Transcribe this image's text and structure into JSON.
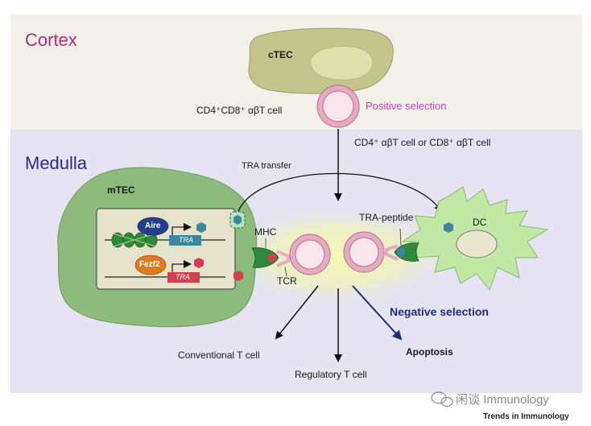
{
  "regions": {
    "cortex": "Cortex",
    "medulla": "Medulla"
  },
  "cells": {
    "ctec": "cTEC",
    "mtec": "mTEC",
    "dc": "DC",
    "double_positive": "CD4⁺CD8⁺ αβT cell",
    "single_positive": "CD4⁺ αβT cell or CD8⁺ αβT cell"
  },
  "processes": {
    "positive_selection": "Positive selection",
    "negative_selection": "Negative selection",
    "tra_transfer": "TRA transfer"
  },
  "molecules": {
    "mhc": "MHC",
    "tcr": "TCR",
    "tra_peptide": "TRA-peptide",
    "aire": "Aire",
    "fezf2": "Fezf2",
    "tra_gene_1": "TRA",
    "tra_gene_2": "TRA"
  },
  "outcomes": {
    "conventional": "Conventional T cell",
    "regulatory": "Regulatory T cell",
    "apoptosis": "Apoptosis"
  },
  "footer": {
    "watermark": "闲谈 Immunology",
    "journal": "Trends in Immunology"
  },
  "colors": {
    "cortex_bg": "#f3efe9",
    "medulla_bg": "#e6e4f2",
    "ctec": "#c3c58c",
    "mtec": "#8dbb7e",
    "dc": "#c2e8a6",
    "tcell": "#e6aac2",
    "mhc": "#2e8a3a",
    "aire": "#233f8e",
    "fezf2": "#e0781c",
    "tra_teal": "#3d86a0",
    "tra_red": "#d0404e"
  }
}
